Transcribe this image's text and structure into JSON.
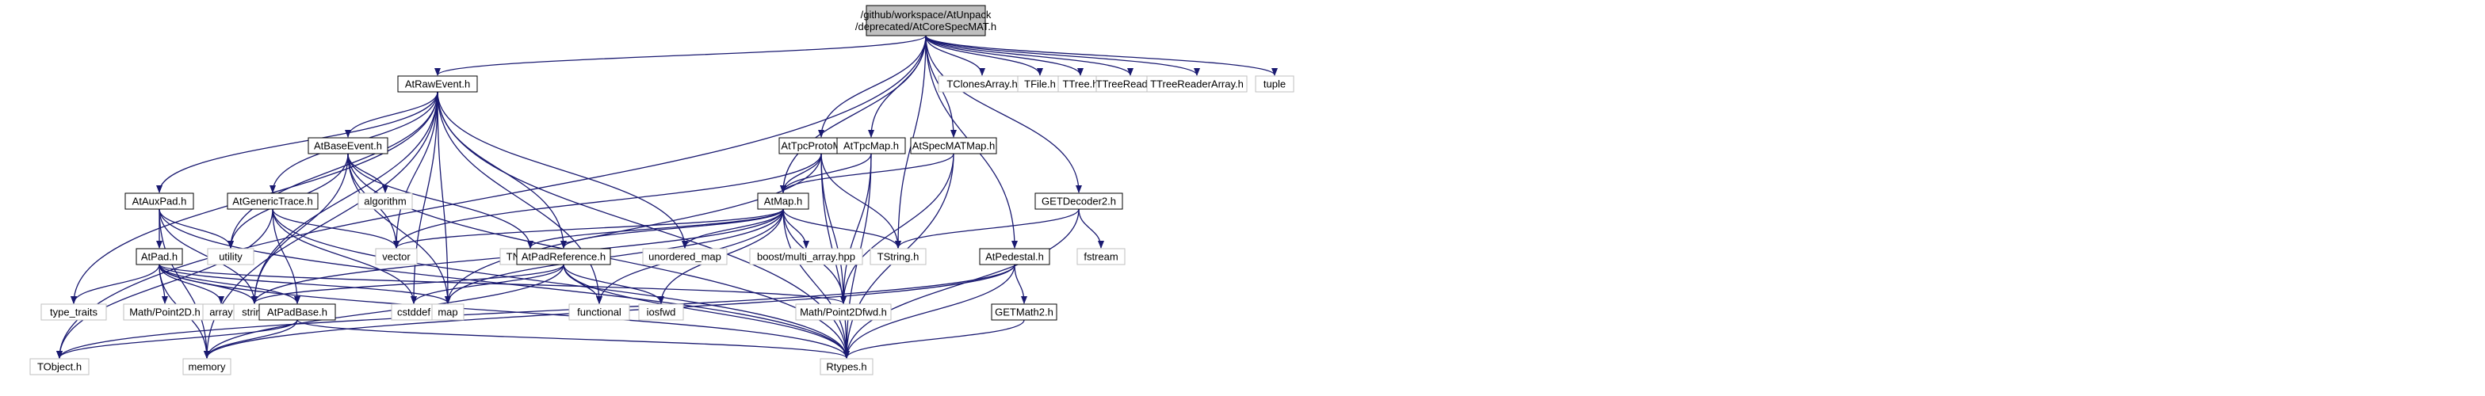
{
  "diagram": {
    "root": {
      "id": "AtCoreSpecMAT.h",
      "lines": [
        "/github/workspace/AtUnpack",
        "/deprecated/AtCoreSpecMAT.h"
      ]
    },
    "nodes": [
      {
        "id": "AtRawEvent.h"
      },
      {
        "id": "TClonesArray.h",
        "system": true
      },
      {
        "id": "TFile.h",
        "system": true
      },
      {
        "id": "TTree.h",
        "system": true
      },
      {
        "id": "TTreeReader.h",
        "system": true
      },
      {
        "id": "TTreeReaderArray.h",
        "system": true
      },
      {
        "id": "tuple",
        "system": true
      },
      {
        "id": "AtBaseEvent.h"
      },
      {
        "id": "AtTpcProtoMap.h"
      },
      {
        "id": "AtTpcMap.h"
      },
      {
        "id": "AtSpecMATMap.h"
      },
      {
        "id": "AtAuxPad.h"
      },
      {
        "id": "AtGenericTrace.h"
      },
      {
        "id": "algorithm",
        "system": true
      },
      {
        "id": "AtMap.h"
      },
      {
        "id": "GETDecoder2.h"
      },
      {
        "id": "utility",
        "system": true
      },
      {
        "id": "vector",
        "system": true
      },
      {
        "id": "TNamed.h",
        "system": true
      },
      {
        "id": "unordered_map",
        "system": true
      },
      {
        "id": "boost/multi_array.hpp",
        "system": true
      },
      {
        "id": "TString.h",
        "system": true
      },
      {
        "id": "fstream",
        "system": true
      },
      {
        "id": "AtPad.h"
      },
      {
        "id": "AtPadReference.h"
      },
      {
        "id": "AtPedestal.h"
      },
      {
        "id": "type_traits",
        "system": true
      },
      {
        "id": "Math/Point2D.h",
        "system": true
      },
      {
        "id": "array",
        "system": true
      },
      {
        "id": "string",
        "system": true
      },
      {
        "id": "AtPadBase.h"
      },
      {
        "id": "cstddef",
        "system": true
      },
      {
        "id": "map",
        "system": true
      },
      {
        "id": "functional",
        "system": true
      },
      {
        "id": "iosfwd",
        "system": true
      },
      {
        "id": "Math/Point2Dfwd.h",
        "system": true
      },
      {
        "id": "GETMath2.h"
      },
      {
        "id": "TObject.h",
        "system": true
      },
      {
        "id": "memory",
        "system": true
      },
      {
        "id": "Rtypes.h",
        "system": true
      }
    ],
    "edges": [
      [
        "AtCoreSpecMAT.h",
        "AtRawEvent.h"
      ],
      [
        "AtCoreSpecMAT.h",
        "TClonesArray.h"
      ],
      [
        "AtCoreSpecMAT.h",
        "TFile.h"
      ],
      [
        "AtCoreSpecMAT.h",
        "TTree.h"
      ],
      [
        "AtCoreSpecMAT.h",
        "TTreeReader.h"
      ],
      [
        "AtCoreSpecMAT.h",
        "TTreeReaderArray.h"
      ],
      [
        "AtCoreSpecMAT.h",
        "tuple"
      ],
      [
        "AtCoreSpecMAT.h",
        "AtTpcProtoMap.h"
      ],
      [
        "AtCoreSpecMAT.h",
        "AtTpcMap.h"
      ],
      [
        "AtCoreSpecMAT.h",
        "AtSpecMATMap.h"
      ],
      [
        "AtCoreSpecMAT.h",
        "AtMap.h"
      ],
      [
        "AtCoreSpecMAT.h",
        "GETDecoder2.h"
      ],
      [
        "AtCoreSpecMAT.h",
        "AtPedestal.h"
      ],
      [
        "AtCoreSpecMAT.h",
        "TString.h"
      ],
      [
        "AtCoreSpecMAT.h",
        "TObject.h"
      ],
      [
        "AtRawEvent.h",
        "AtBaseEvent.h"
      ],
      [
        "AtRawEvent.h",
        "AtAuxPad.h"
      ],
      [
        "AtRawEvent.h",
        "AtGenericTrace.h"
      ],
      [
        "AtRawEvent.h",
        "AtPadReference.h"
      ],
      [
        "AtRawEvent.h",
        "utility"
      ],
      [
        "AtRawEvent.h",
        "vector"
      ],
      [
        "AtRawEvent.h",
        "unordered_map"
      ],
      [
        "AtRawEvent.h",
        "type_traits"
      ],
      [
        "AtRawEvent.h",
        "string"
      ],
      [
        "AtRawEvent.h",
        "cstddef"
      ],
      [
        "AtRawEvent.h",
        "map"
      ],
      [
        "AtRawEvent.h",
        "functional"
      ],
      [
        "AtRawEvent.h",
        "memory"
      ],
      [
        "AtRawEvent.h",
        "Rtypes.h"
      ],
      [
        "AtBaseEvent.h",
        "algorithm"
      ],
      [
        "AtBaseEvent.h",
        "utility"
      ],
      [
        "AtBaseEvent.h",
        "vector"
      ],
      [
        "AtBaseEvent.h",
        "TNamed.h"
      ],
      [
        "AtBaseEvent.h",
        "string"
      ],
      [
        "AtBaseEvent.h",
        "map"
      ],
      [
        "AtBaseEvent.h",
        "Rtypes.h"
      ],
      [
        "AtAuxPad.h",
        "AtPad.h"
      ],
      [
        "AtAuxPad.h",
        "utility"
      ],
      [
        "AtAuxPad.h",
        "string"
      ],
      [
        "AtAuxPad.h",
        "memory"
      ],
      [
        "AtAuxPad.h",
        "Rtypes.h"
      ],
      [
        "AtGenericTrace.h",
        "vector"
      ],
      [
        "AtGenericTrace.h",
        "AtPadBase.h"
      ],
      [
        "AtGenericTrace.h",
        "cstddef"
      ],
      [
        "AtGenericTrace.h",
        "Rtypes.h"
      ],
      [
        "AtGenericTrace.h",
        "TObject.h"
      ],
      [
        "AtTpcProtoMap.h",
        "AtMap.h"
      ],
      [
        "AtTpcProtoMap.h",
        "vector"
      ],
      [
        "AtTpcProtoMap.h",
        "TString.h"
      ],
      [
        "AtTpcProtoMap.h",
        "map"
      ],
      [
        "AtTpcProtoMap.h",
        "Math/Point2Dfwd.h"
      ],
      [
        "AtTpcProtoMap.h",
        "Rtypes.h"
      ],
      [
        "AtTpcMap.h",
        "AtMap.h"
      ],
      [
        "AtTpcMap.h",
        "Math/Point2Dfwd.h"
      ],
      [
        "AtTpcMap.h",
        "Rtypes.h"
      ],
      [
        "AtSpecMATMap.h",
        "AtMap.h"
      ],
      [
        "AtSpecMATMap.h",
        "Math/Point2Dfwd.h"
      ],
      [
        "AtSpecMATMap.h",
        "Rtypes.h"
      ],
      [
        "AtMap.h",
        "AtPadReference.h"
      ],
      [
        "AtMap.h",
        "vector"
      ],
      [
        "AtMap.h",
        "TNamed.h"
      ],
      [
        "AtMap.h",
        "unordered_map"
      ],
      [
        "AtMap.h",
        "boost/multi_array.hpp"
      ],
      [
        "AtMap.h",
        "TString.h"
      ],
      [
        "AtMap.h",
        "string"
      ],
      [
        "AtMap.h",
        "map"
      ],
      [
        "AtMap.h",
        "functional"
      ],
      [
        "AtMap.h",
        "iosfwd"
      ],
      [
        "AtMap.h",
        "Math/Point2Dfwd.h"
      ],
      [
        "AtMap.h",
        "Rtypes.h"
      ],
      [
        "GETDecoder2.h",
        "TString.h"
      ],
      [
        "GETDecoder2.h",
        "fstream"
      ],
      [
        "GETDecoder2.h",
        "Rtypes.h"
      ],
      [
        "AtPad.h",
        "type_traits"
      ],
      [
        "AtPad.h",
        "Math/Point2D.h"
      ],
      [
        "AtPad.h",
        "array"
      ],
      [
        "AtPad.h",
        "string"
      ],
      [
        "AtPad.h",
        "AtPadBase.h"
      ],
      [
        "AtPad.h",
        "map"
      ],
      [
        "AtPad.h",
        "Math/Point2Dfwd.h"
      ],
      [
        "AtPad.h",
        "memory"
      ],
      [
        "AtPad.h",
        "Rtypes.h"
      ],
      [
        "AtPadReference.h",
        "string"
      ],
      [
        "AtPadReference.h",
        "cstddef"
      ],
      [
        "AtPadReference.h",
        "functional"
      ],
      [
        "AtPadReference.h",
        "iosfwd"
      ],
      [
        "AtPadReference.h",
        "memory"
      ],
      [
        "AtPadReference.h",
        "Rtypes.h"
      ],
      [
        "AtPadBase.h",
        "TObject.h"
      ],
      [
        "AtPadBase.h",
        "memory"
      ],
      [
        "AtPadBase.h",
        "Rtypes.h"
      ],
      [
        "AtPedestal.h",
        "GETMath2.h"
      ],
      [
        "AtPedestal.h",
        "TObject.h"
      ],
      [
        "AtPedestal.h",
        "memory"
      ],
      [
        "AtPedestal.h",
        "Rtypes.h"
      ],
      [
        "GETMath2.h",
        "Rtypes.h"
      ]
    ]
  }
}
